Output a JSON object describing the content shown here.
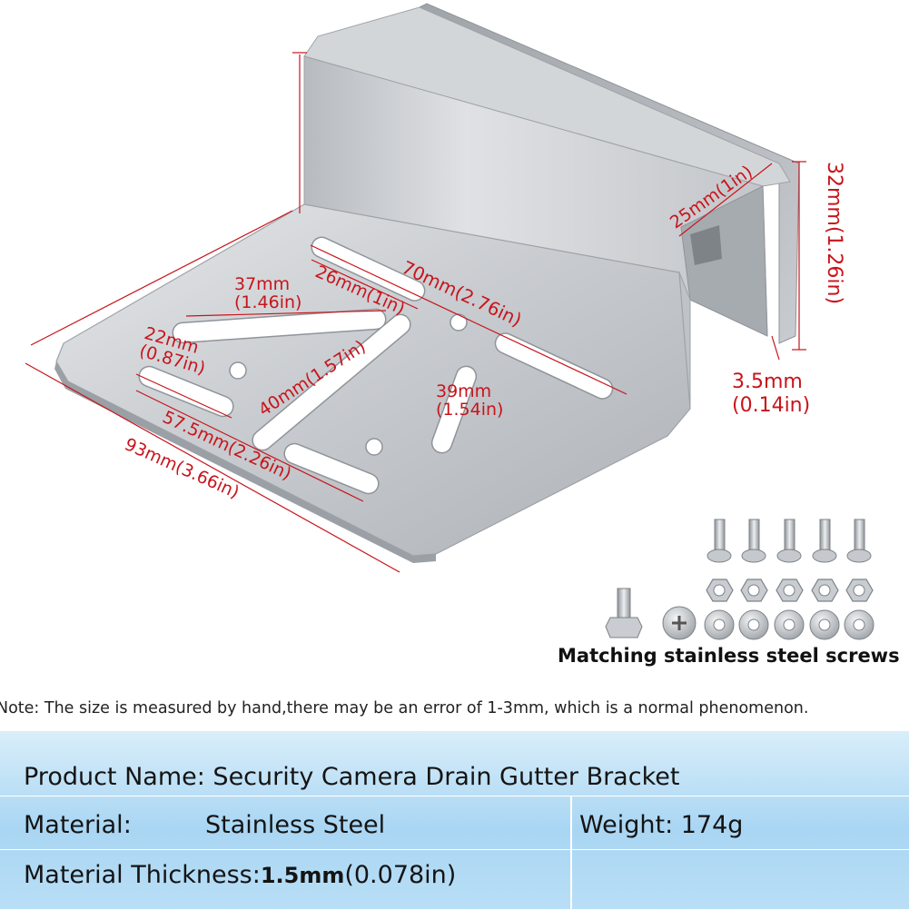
{
  "dimensions": {
    "d25": "25mm(1in)",
    "d32": "32mm(1.26in)",
    "d70": "70mm(2.76in)",
    "d26": "26mm(1in)",
    "d37_mm": "37mm",
    "d37_in": "(1.46in)",
    "d22_mm": "22mm",
    "d22_in": "(0.87in)",
    "d40": "40mm(1.57in)",
    "d39_mm": "39mm",
    "d39_in": "(1.54in)",
    "d57": "57.5mm(2.26in)",
    "d93": "93mm(3.66in)",
    "d3_5_mm": "3.5mm",
    "d3_5_in": "(0.14in)"
  },
  "screws_caption": "Matching stainless steel screws",
  "note": "Note: The size is measured by hand,there may be an error of 1-3mm, which is a normal phenomenon.",
  "specs": {
    "product_name": "Product Name: Security Camera Drain Gutter Bracket",
    "material_label": "Material:",
    "material_value": "Stainless Steel",
    "weight": "Weight: 174g",
    "thickness_label": "Material Thickness:",
    "thickness_mm": "1.5mm",
    "thickness_in": "(0.078in)"
  },
  "colors": {
    "dimension_red": "#c8141b",
    "panel_blue": "#a9d6f3",
    "steel": "#c9ccd0"
  },
  "icons": [
    "bracket-image",
    "screw-icon",
    "hex-nut-icon",
    "washer-icon",
    "hex-bolt-icon",
    "phillips-screw-head-icon"
  ]
}
